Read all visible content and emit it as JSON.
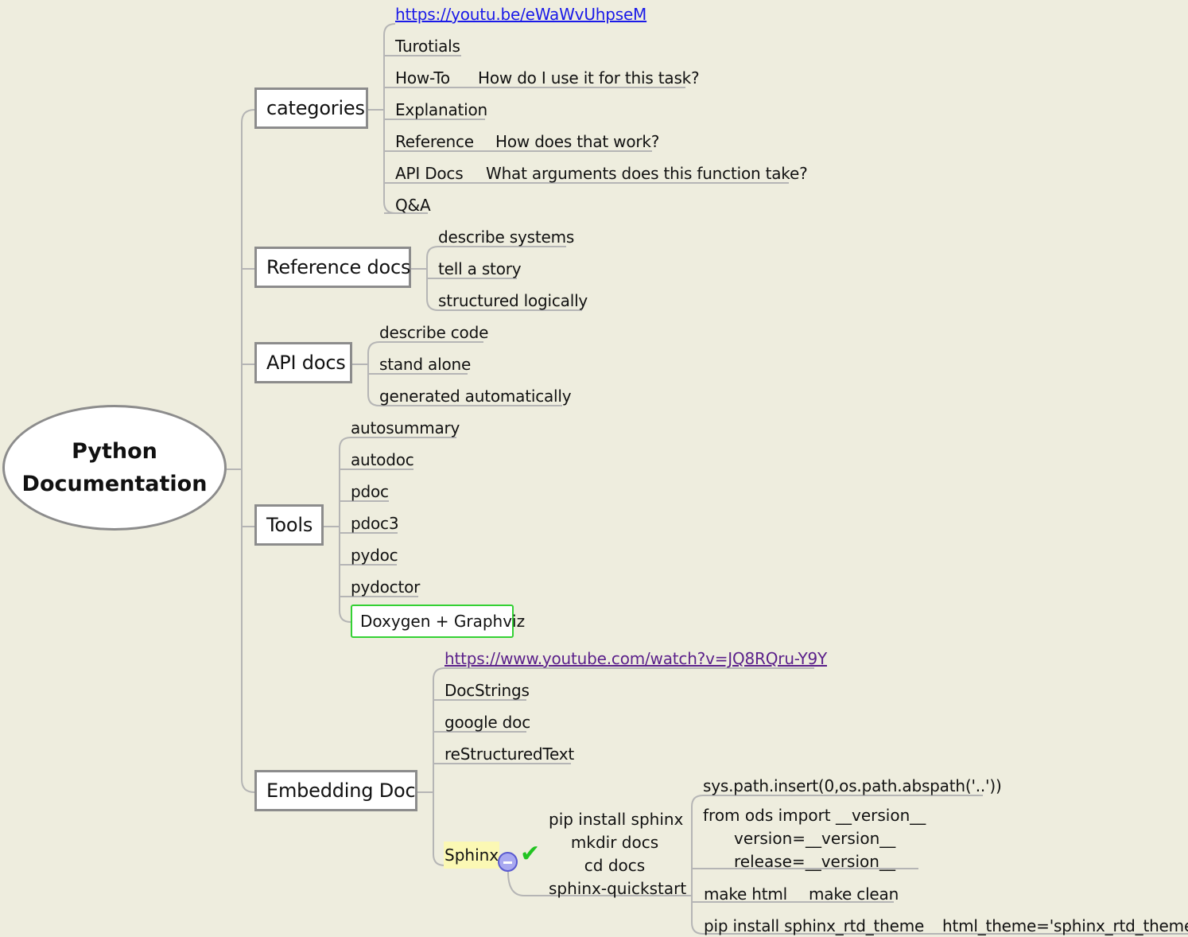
{
  "root": {
    "line1": "Python",
    "line2": "Documentation"
  },
  "categories": {
    "label": "categories",
    "link": "https://youtu.be/eWaWvUhpseM",
    "tutorials": "Turotials",
    "howto": "How-To",
    "howto_note": "How do I use it for this task?",
    "explanation": "Explanation",
    "reference": "Reference",
    "reference_note": "How does that work?",
    "apidocs": "API Docs",
    "apidocs_note": "What arguments does this function take?",
    "qa": "Q&A"
  },
  "reference_docs": {
    "label": "Reference docs",
    "items": [
      "describe systems",
      "tell a story",
      "structured logically"
    ]
  },
  "api_docs": {
    "label": "API docs",
    "items": [
      "describe code",
      "stand alone",
      "generated automatically"
    ]
  },
  "tools": {
    "label": "Tools",
    "items": [
      "autosummary",
      "autodoc",
      "pdoc",
      "pdoc3",
      "pydoc",
      "pydoctor"
    ],
    "boxed": "Doxygen + Graphviz"
  },
  "embedding_doc": {
    "label": "Embedding Doc",
    "link": "https://www.youtube.com/watch?v=JQ8RQru-Y9Y",
    "items": [
      "DocStrings",
      "google doc",
      "reStructuredText"
    ],
    "sphinx": {
      "label": "Sphinx",
      "steps": [
        "pip install sphinx",
        "mkdir docs",
        "cd docs",
        "sphinx-quickstart"
      ],
      "sys_path": "sys.path.insert(0,os.path.abspath('..'))",
      "version_lines": [
        "from ods import __version__",
        "version=__version__",
        "release=__version__"
      ],
      "make_html": "make html",
      "make_clean": "make clean",
      "pip_theme": "pip install sphinx_rtd_theme",
      "html_theme": "html_theme='sphinx_rtd_theme'"
    }
  },
  "colors": {
    "background": "#eeedde",
    "connector": "#b5b5b5",
    "link_blue": "#1a1ae8",
    "link_visited": "#5a1f8a",
    "boxed_border": "#34d134",
    "sphinx_highlight": "#fbf8b4",
    "check": "#22c422"
  }
}
